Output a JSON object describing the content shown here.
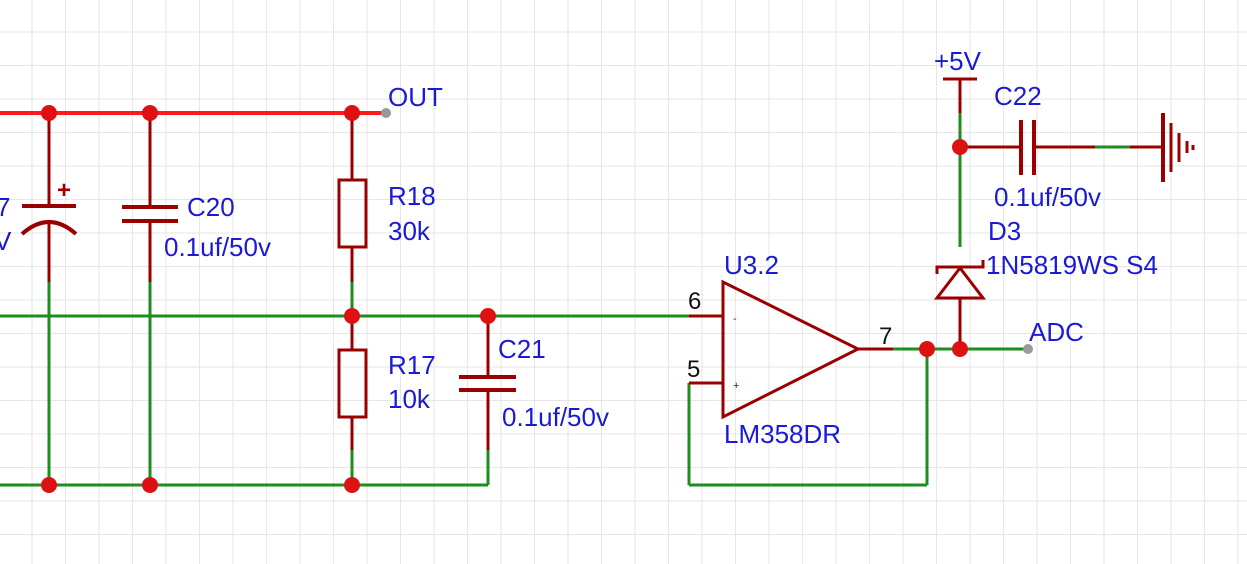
{
  "labels": {
    "out": "OUT",
    "adc": "ADC",
    "vcc": "+5V",
    "cut_ref": "7",
    "cut_val": "V"
  },
  "components": {
    "c20": {
      "ref": "C20",
      "value": "0.1uf/50v"
    },
    "r18": {
      "ref": "R18",
      "value": "30k"
    },
    "r17": {
      "ref": "R17",
      "value": "10k"
    },
    "c21": {
      "ref": "C21",
      "value": "0.1uf/50v"
    },
    "c22": {
      "ref": "C22",
      "value": "0.1uf/50v"
    },
    "d3": {
      "ref": "D3",
      "value": "1N5819WS S4"
    },
    "u3": {
      "ref": "U3.2",
      "value": "LM358DR"
    },
    "cap_polarity": "+"
  },
  "pins": {
    "inv": "6",
    "noninv": "5",
    "out": "7",
    "minus": "-",
    "plus": "+"
  },
  "colors": {
    "grid": "#e6e6e6",
    "wire_green": "#1f8c1f",
    "wire_red": "#ff1a1a",
    "component": "#9b0000",
    "junction": "#dd1111",
    "label_blue": "#1a1ad6"
  }
}
